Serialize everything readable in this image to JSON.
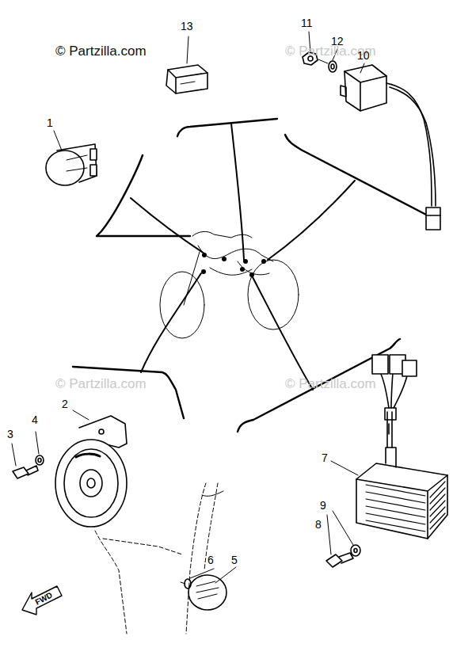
{
  "diagram": {
    "labels": [
      "© Partzilla.com",
      "© Partzilla.com",
      "© Partzilla.com",
      "© Partzilla.com",
      "13",
      "11",
      "12",
      "10",
      "1",
      "2",
      "3",
      "4",
      "7",
      "8",
      "9",
      "6",
      "5",
      "FWD"
    ]
  }
}
